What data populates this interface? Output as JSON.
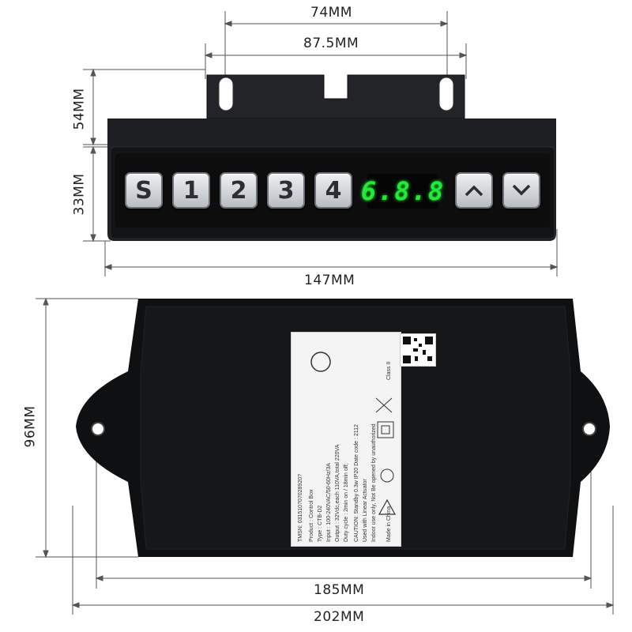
{
  "dimensions": {
    "top_inner_width": "74MM",
    "top_outer_width": "87.5MM",
    "panel_height_with_bracket": "54MM",
    "panel_height": "33MM",
    "panel_width": "147MM",
    "box_height": "96MM",
    "box_inner_width": "185MM",
    "box_total_width": "202MM"
  },
  "keypad": {
    "buttons": [
      "S",
      "1",
      "2",
      "3",
      "4"
    ],
    "display": "6.8.8",
    "up_label": "up",
    "down_label": "down"
  },
  "label": {
    "tmsn": "TMSN: 031510707028920?",
    "lines": [
      "Product : Control Box",
      "Type : CTB-D2",
      "Input : 100-240VAC/50-60Hz/3A",
      "Output : 32Vdc,each 110VA,total 220VA",
      "Duty cycle : 2min on / 18min off;",
      "CAUTION: Standby 0.3w  IP20  Date code : 2112",
      "Used with Linear Actuator",
      "Indoor use only, Not Be opened by unauthorized",
      "Made in China"
    ],
    "class": "Class II"
  },
  "colors": {
    "panel": "#1b1c1e",
    "display_digits": "#26e83a",
    "box": "#0d0e10"
  }
}
